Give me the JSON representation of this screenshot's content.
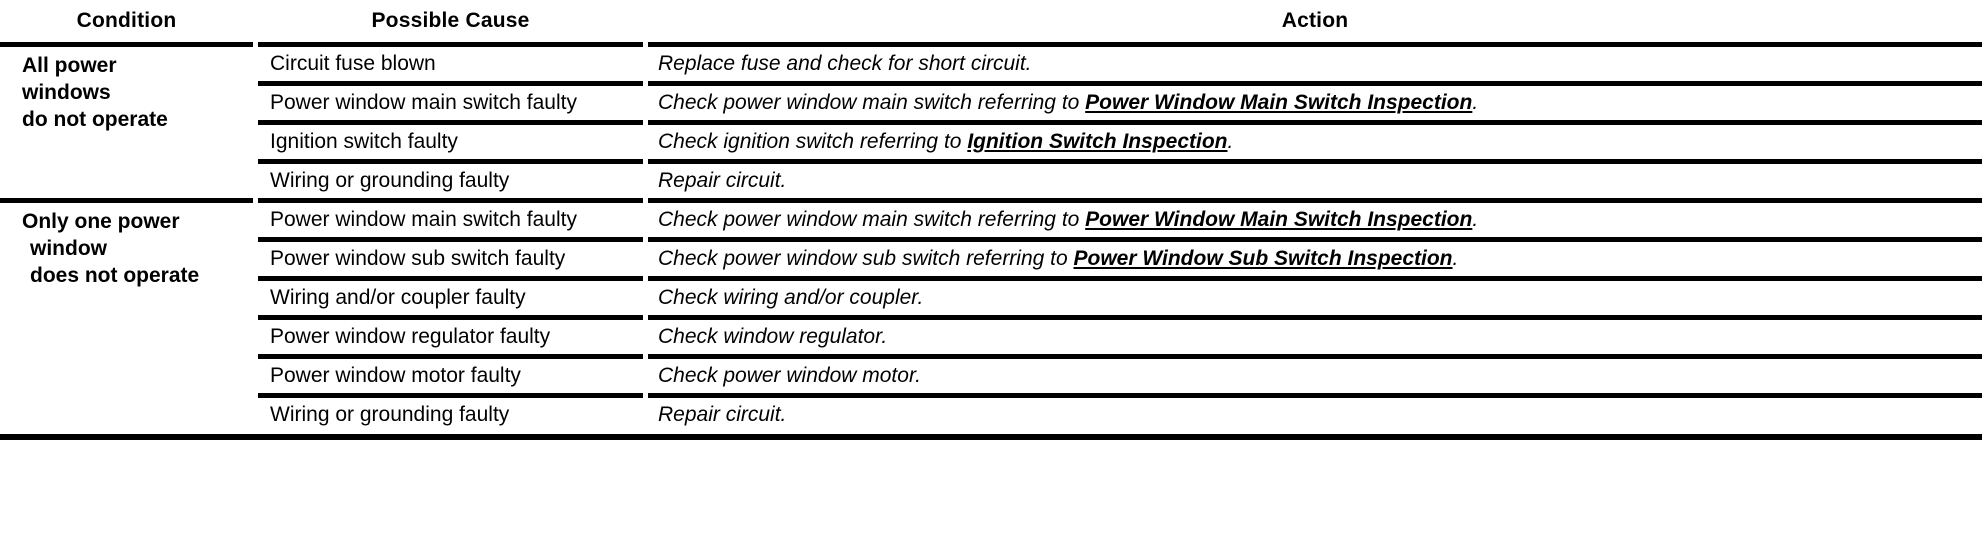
{
  "table": {
    "headers": {
      "condition": "Condition",
      "possible_cause": "Possible Cause",
      "action": "Action"
    },
    "groups": [
      {
        "condition_lines": [
          "All power",
          "windows",
          "do not operate"
        ],
        "rows": [
          {
            "cause": "Circuit fuse blown",
            "action_pre": "Replace fuse and check for short circuit.",
            "action_link": "",
            "action_post": ""
          },
          {
            "cause": "Power window main switch faulty",
            "action_pre": "Check power window main switch referring to ",
            "action_link": "Power Window Main Switch Inspection",
            "action_post": "."
          },
          {
            "cause": "Ignition switch faulty",
            "action_pre": "Check ignition switch referring to ",
            "action_link": "Ignition Switch Inspection",
            "action_post": "."
          },
          {
            "cause": "Wiring or grounding faulty",
            "action_pre": "Repair circuit.",
            "action_link": "",
            "action_post": ""
          }
        ]
      },
      {
        "condition_lines": [
          "Only one power",
          "window",
          " does not operate"
        ],
        "rows": [
          {
            "cause": "Power window main switch faulty",
            "action_pre": "Check power window main switch referring to ",
            "action_link": "Power Window Main Switch Inspection",
            "action_post": "."
          },
          {
            "cause": "Power window sub switch faulty",
            "action_pre": "Check power window sub switch referring to ",
            "action_link": "Power Window Sub Switch Inspection",
            "action_post": "."
          },
          {
            "cause": "Wiring and/or coupler faulty",
            "action_pre": "Check wiring and/or coupler.",
            "action_link": "",
            "action_post": ""
          },
          {
            "cause": "Power window regulator faulty",
            "action_pre": "Check window regulator.",
            "action_link": "",
            "action_post": ""
          },
          {
            "cause": "Power window motor faulty",
            "action_pre": "Check power window motor.",
            "action_link": "",
            "action_post": ""
          },
          {
            "cause": "Wiring or grounding faulty",
            "action_pre": "Repair circuit.",
            "action_link": "",
            "action_post": ""
          }
        ]
      }
    ]
  },
  "colors": {
    "text": "#000000",
    "rule": "#000000",
    "background": "#ffffff"
  }
}
